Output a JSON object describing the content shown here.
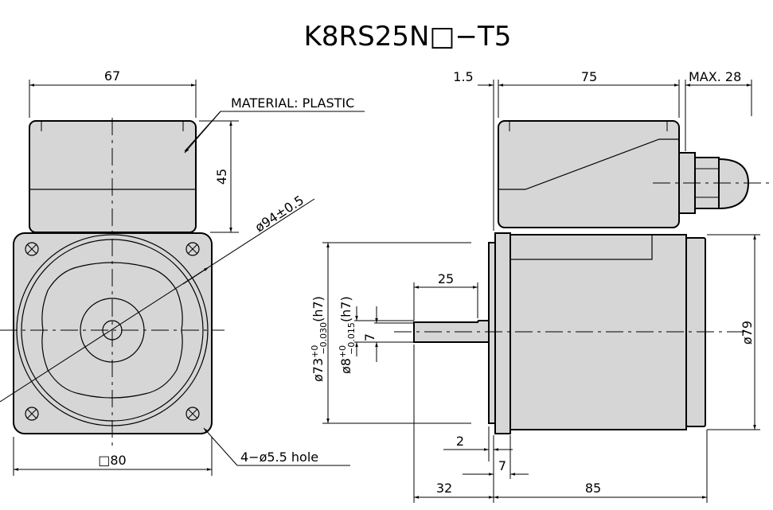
{
  "title": "K8RS25N□−T5",
  "front_view": {
    "width_dim": "67",
    "height_dim": "45",
    "material_note": "MATERIAL: PLASTIC",
    "diameter_dim": "ø94±0.5",
    "square_dim": "□80",
    "hole_note": "4−ø5.5 hole"
  },
  "side_view": {
    "gap_dim": "1.5",
    "box_length_dim": "75",
    "max_dim": "MAX. 28",
    "pilot_dia_main": "ø73",
    "pilot_dia_tol_upper": "+0",
    "pilot_dia_tol_lower": "−0.030",
    "pilot_dia_fit": "(h7)",
    "shaft_dia_main": "ø8",
    "shaft_dia_tol_upper": "+0",
    "shaft_dia_tol_lower": "−0.015",
    "shaft_dia_fit": "(h7)",
    "flat_dim": "7",
    "shaft_key_dim": "25",
    "body_dia_dim": "ø79",
    "pilot_depth_dim": "2",
    "flange_dim": "7",
    "shaft_length_dim": "32",
    "body_length_dim": "85"
  }
}
